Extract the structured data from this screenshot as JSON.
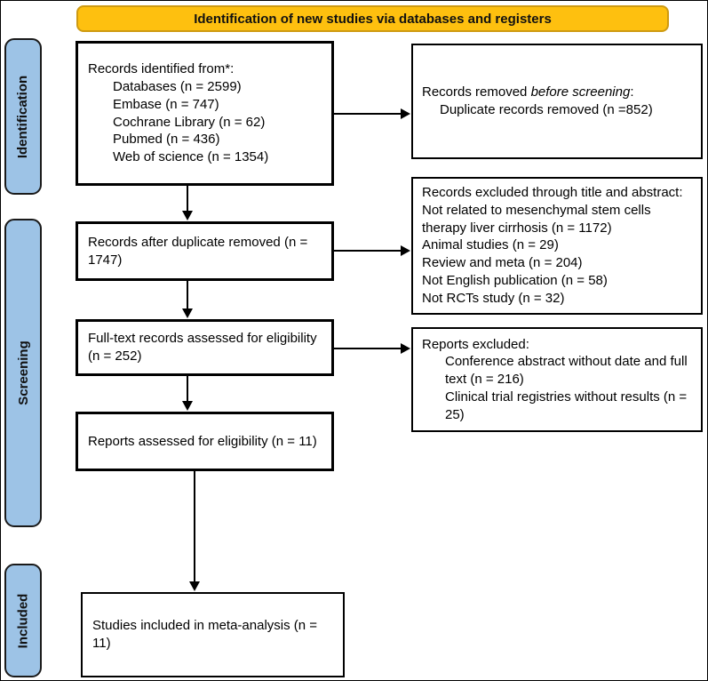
{
  "banner": {
    "title": "Identification of new studies via databases and registers"
  },
  "colors": {
    "banner_fill": "#FEC00F",
    "banner_border": "#CE9A12",
    "stage_fill": "#9DC3E6",
    "box_border": "#000000"
  },
  "stages": [
    {
      "label": "Identification"
    },
    {
      "label": "Screening"
    },
    {
      "label": "Included"
    }
  ],
  "flow_boxes": {
    "records_identified": {
      "title": "Records identified from*:",
      "items": [
        "Databases (n = 2599)",
        "Embase (n = 747)",
        "Cochrane Library (n = 62)",
        "Pubmed (n = 436)",
        "Web of science (n = 1354)"
      ]
    },
    "records_after_duplicate": {
      "text": "Records after duplicate removed (n = 1747)"
    },
    "full_text_assessed": {
      "text": "Full-text records assessed for eligibility (n = 252)"
    },
    "reports_assessed": {
      "text": "Reports assessed for eligibility (n = 11)"
    },
    "studies_included": {
      "text": "Studies included in meta-analysis (n = 11)"
    }
  },
  "exclusion_boxes": {
    "records_removed": {
      "title_prefix": "Records removed ",
      "title_italic": "before screening",
      "title_suffix": ":",
      "items": [
        "Duplicate records removed (n =852)"
      ]
    },
    "records_excluded_title_abstract": {
      "lines": [
        "Records excluded through title and abstract:",
        "Not related to mesenchymal stem cells therapy liver cirrhosis (n = 1172)",
        "Animal studies (n = 29)",
        "Review and meta (n = 204)",
        "Not English publication (n = 58)",
        "Not RCTs study (n = 32)"
      ]
    },
    "reports_excluded": {
      "title": "Reports excluded:",
      "items": [
        "Conference abstract without date and full text (n = 216)",
        "Clinical trial registries without results (n = 25)"
      ]
    }
  }
}
